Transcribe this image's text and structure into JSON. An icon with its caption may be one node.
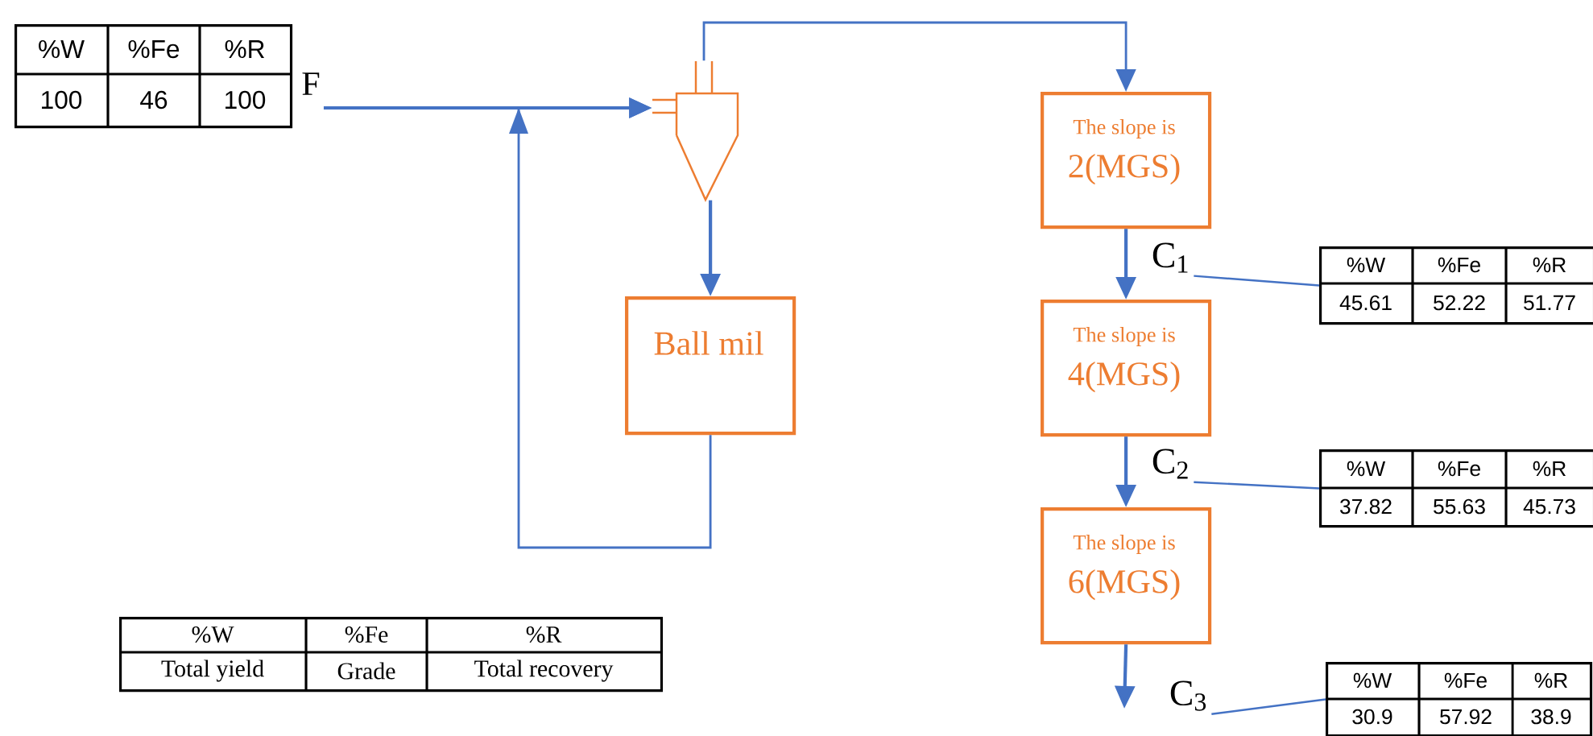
{
  "diagram": {
    "nodes": [
      {
        "text": [
          "%W",
          "%Fe",
          "%R",
          "100",
          "46",
          "100"
        ]
      },
      {
        "text": [
          "F"
        ]
      },
      {
        "text": [],
        "shape": "cyclone"
      },
      {
        "text": [
          "Ball mil"
        ]
      },
      {
        "text": [
          "The slope is",
          "2(MGS)"
        ]
      },
      {
        "text": [
          "C$_{1}$"
        ]
      },
      {
        "text": [
          "%W",
          "%Fe",
          "%R",
          "45.61",
          "52.22",
          "51.77"
        ]
      },
      {
        "text": [
          "The slope is",
          "4(MGS)"
        ]
      },
      {
        "text": [
          "C$_{2}$"
        ]
      },
      {
        "text": [
          "%W",
          "%Fe",
          "%R",
          "37.82",
          "55.63",
          "45.73"
        ]
      },
      {
        "text": [
          "The slope is",
          "6(MGS)"
        ]
      },
      {
        "text": [
          "C$_{3}$"
        ]
      },
      {
        "text": [
          "%W",
          "%Fe",
          "%R",
          "30.9",
          "57.92",
          "38.9"
        ]
      },
      {
        "text": [
          "%W",
          "%Fe",
          "%R",
          "Total yield",
          "Grade",
          "Total recovery"
        ]
      }
    ],
    "edges": [
      {
        "from": 1,
        "to": 2,
        "arrow": "to"
      },
      {
        "from": 3,
        "to": 2,
        "arrow": "to"
      },
      {
        "from": 2,
        "to": 3,
        "arrow": "to"
      },
      {
        "from": 2,
        "to": 4,
        "arrow": "to"
      },
      {
        "from": 4,
        "to": 7,
        "arrow": "to"
      },
      {
        "from": 7,
        "to": 10,
        "arrow": "to"
      },
      {
        "from": 10,
        "to": null,
        "arrow": "to"
      },
      {
        "from": 5,
        "to": 6,
        "arrow": "none"
      },
      {
        "from": 8,
        "to": 9,
        "arrow": "none"
      },
      {
        "from": 11,
        "to": 12,
        "arrow": "none"
      }
    ]
  }
}
